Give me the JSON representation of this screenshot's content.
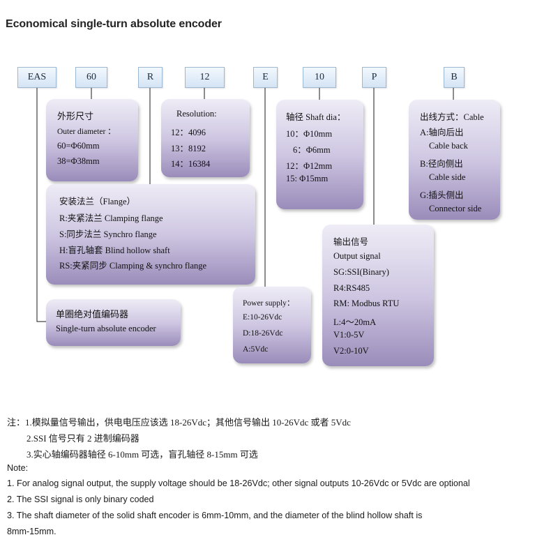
{
  "title": "Economical single-turn absolute encoder",
  "codes": [
    "EAS",
    "60",
    "R",
    "12",
    "E",
    "10",
    "P",
    "B"
  ],
  "outer_diameter": {
    "title_cn": "外形尺寸",
    "title_en": "Outer diameter ：",
    "opt1": "60=Φ60mm",
    "opt2": "38=Φ38mm"
  },
  "resolution": {
    "title": "Resolution:",
    "opt1": "12：4096",
    "opt2": "13：8192",
    "opt3": "14：16384"
  },
  "shaft": {
    "title": "轴径 Shaft dia：",
    "opt1": "10：Φ10mm",
    "opt2": "6：Φ6mm",
    "opt3": "12：Φ12mm",
    "opt4": "15: Φ15mm"
  },
  "cable": {
    "title": "出线方式：Cable",
    "opt1": "A:轴向后出",
    "opt1_en": "Cable back",
    "opt2": "B:径向侧出",
    "opt2_en": "Cable side",
    "opt3": "G:插头侧出",
    "opt3_en": "Connector side"
  },
  "flange": {
    "title": "安装法兰（Flange）",
    "opt1": "R:夹紧法兰 Clamping flange",
    "opt2": "S:同步法兰 Synchro flange",
    "opt3": "H:盲孔轴套 Blind hollow shaft",
    "opt4": "RS:夹紧同步 Clamping & synchro flange"
  },
  "encoder_type": {
    "title_cn": "单圈绝对值编码器",
    "title_en": "Single-turn absolute encoder"
  },
  "power": {
    "title": "Power supply：",
    "opt1": "E:10-26Vdc",
    "opt2": "D:18-26Vdc",
    "opt3": "A:5Vdc"
  },
  "output": {
    "title_cn": "输出信号",
    "title_en": "Output signal",
    "opt1": "SG:SSI(Binary)",
    "opt2": "R4:RS485",
    "opt3": "RM: Modbus RTU",
    "opt4": "L:4～20mA",
    "opt5": "V1:0-5V",
    "opt6": "V2:0-10V"
  },
  "notes_cn": {
    "line1": "注：1.模拟量信号输出，供电电压应该选 18-26Vdc；其他信号输出 10-26Vdc 或者 5Vdc",
    "line2": "2.SSI 信号只有 2 进制编码器",
    "line3": "3.实心轴编码器轴径 6-10mm 可选，盲孔轴径 8-15mm 可选"
  },
  "notes_en": {
    "heading": "Note:",
    "line1": "1. For analog signal output, the supply voltage should be 18-26Vdc; other signal outputs 10-26Vdc or 5Vdc are optional",
    "line2": "2. The SSI signal is only binary coded",
    "line3": "3. The shaft diameter of the solid shaft encoder is 6mm-10mm, and the diameter of the blind hollow shaft is",
    "line4": "8mm-15mm."
  }
}
